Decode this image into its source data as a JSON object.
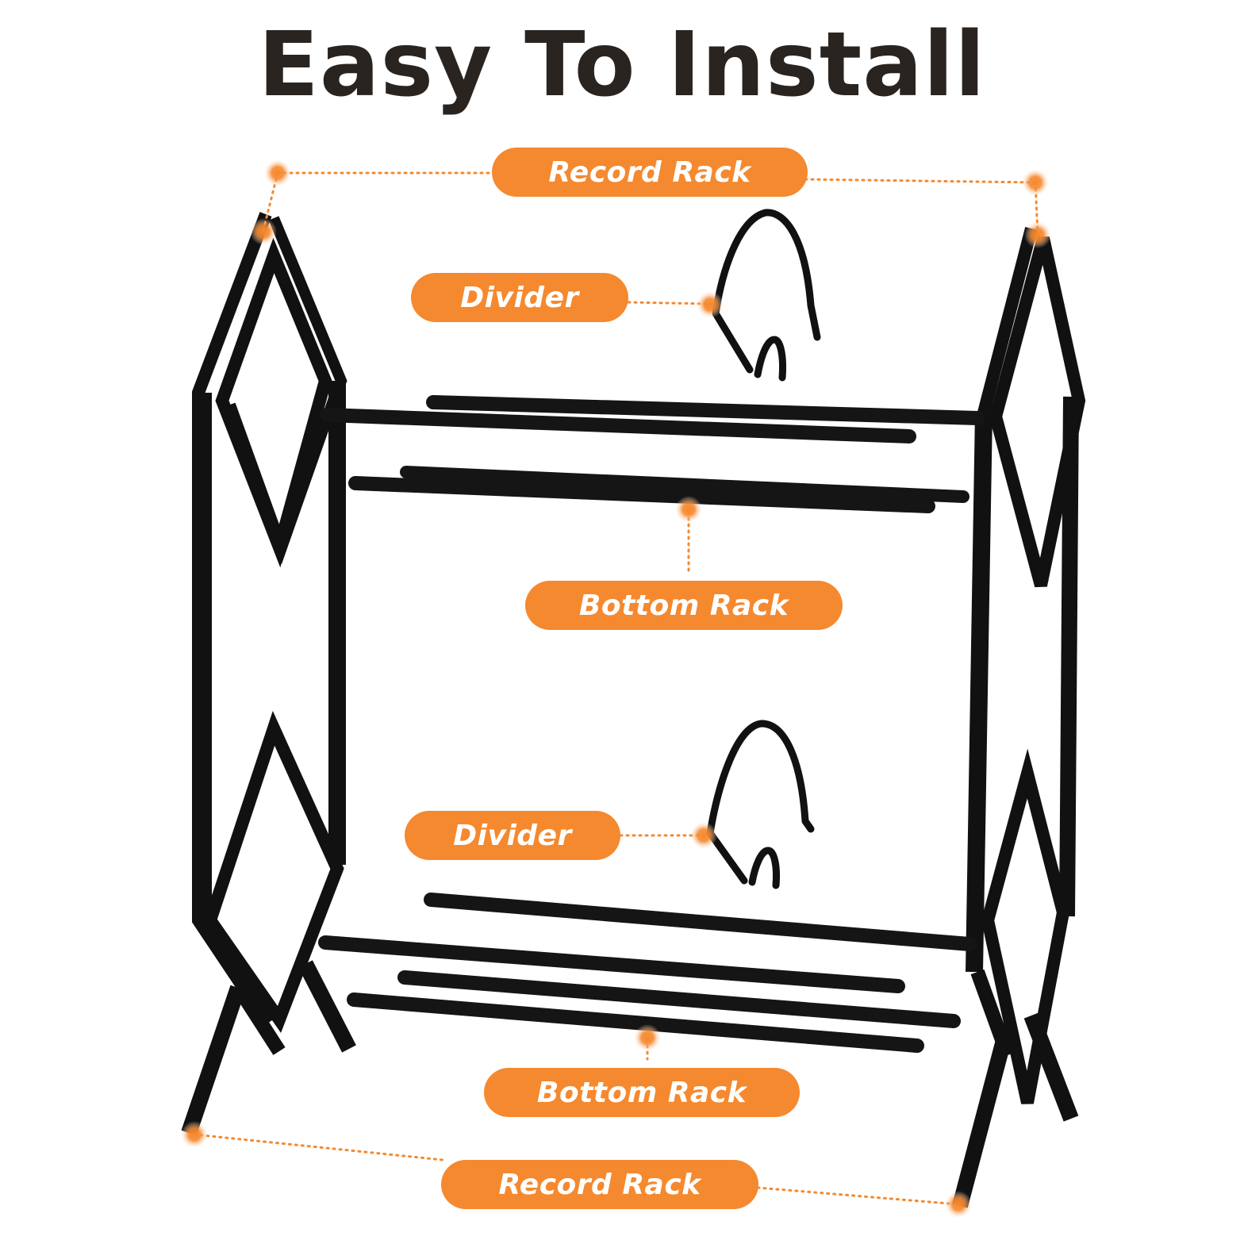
{
  "title": "Easy To Install",
  "labels": {
    "record_rack_top": "Record Rack",
    "divider_top": "Divider",
    "bottom_rack_top": "Bottom Rack",
    "divider_bottom": "Divider",
    "bottom_rack_bottom": "Bottom Rack",
    "record_rack_bottom": "Record Rack"
  },
  "colors": {
    "accent": "#f5892f",
    "frame": "#111111",
    "title": "#2a2420"
  }
}
